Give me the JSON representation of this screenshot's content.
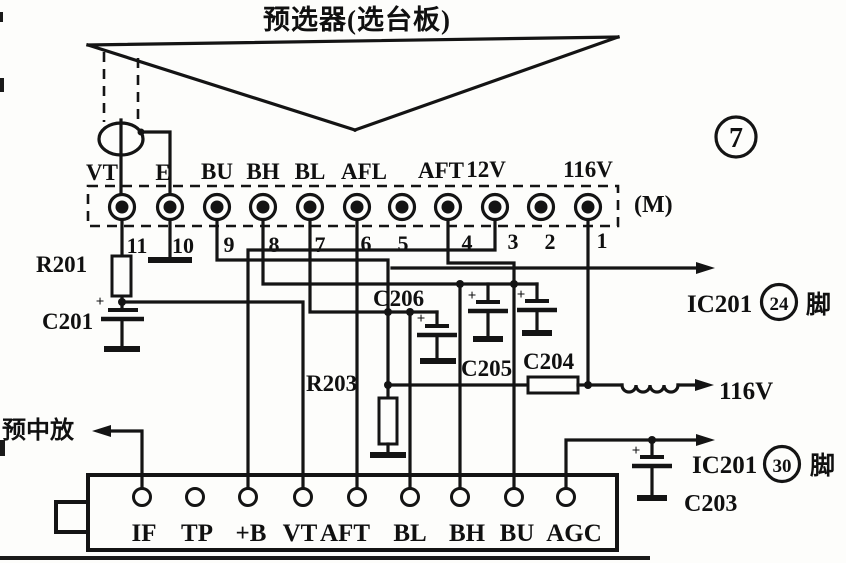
{
  "title": "预选器(选台板)",
  "page_badge": {
    "number": "7"
  },
  "preselector": {
    "module_label": "(M)",
    "pin_labels": [
      "VT",
      "E",
      "BU",
      "BH",
      "BL",
      "AFL",
      "AFT",
      "12V",
      "116V"
    ],
    "pin_numbers": [
      "11",
      "10",
      "9",
      "8",
      "7",
      "6",
      "5",
      "4",
      "3",
      "2",
      "1"
    ]
  },
  "components": {
    "r201": "R201",
    "c201": "C201",
    "c206": "C206",
    "r203": "R203",
    "c205": "C205",
    "c204": "C204",
    "c203": "C203",
    "polarity_mark": "+"
  },
  "annotations": {
    "ic_pin24": {
      "prefix": "IC201",
      "pin": "24",
      "suffix": "脚"
    },
    "ic_pin30": {
      "prefix": "IC201",
      "pin": "30",
      "suffix": "脚"
    },
    "supply_116v": "116V",
    "pre_if_amp": "预中放"
  },
  "tuner": {
    "pin_labels": [
      "IF",
      "TP",
      "+B",
      "VT",
      "AFT",
      "BL",
      "BH",
      "BU",
      "AGC"
    ]
  }
}
